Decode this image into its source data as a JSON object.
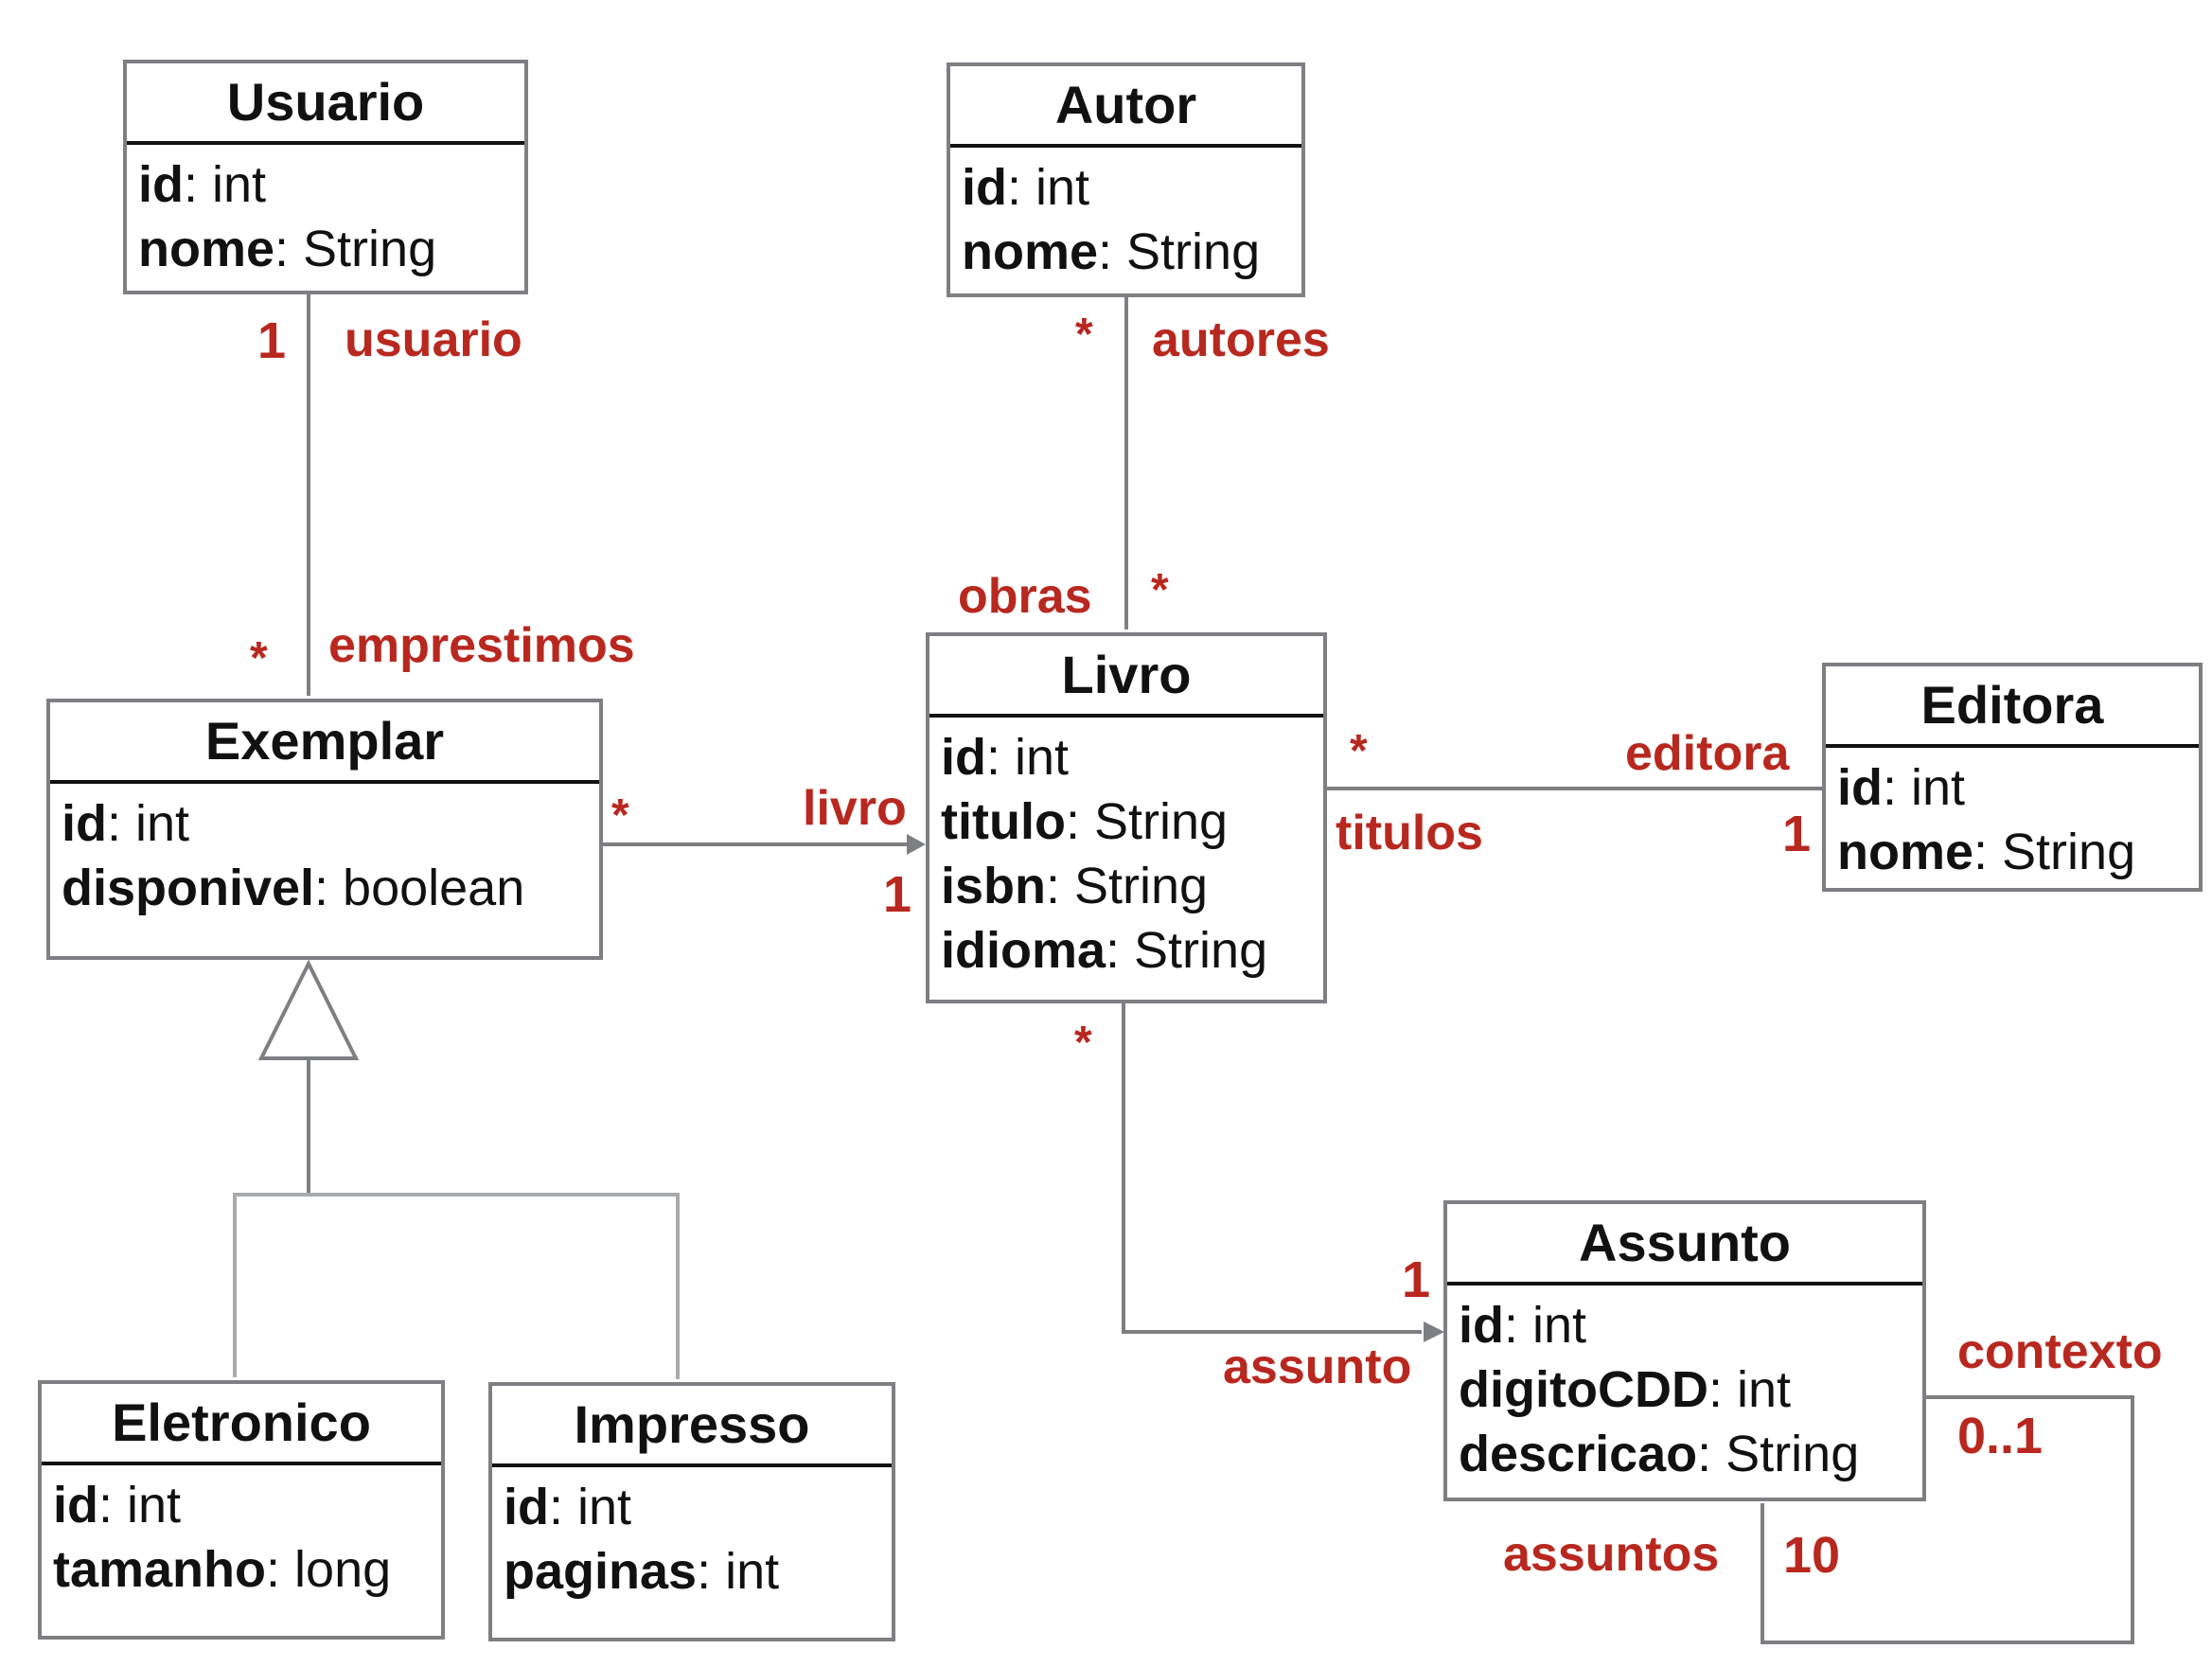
{
  "colors": {
    "class_border": "#7d7f83",
    "text": "#111111",
    "label": "#b8281f",
    "connector": "#7d7f83",
    "connector_light": "#a9abae"
  },
  "classes": {
    "usuario": {
      "name": "Usuario",
      "attrs": [
        {
          "n": "id",
          "t": ": int"
        },
        {
          "n": "nome",
          "t": ": String"
        }
      ]
    },
    "autor": {
      "name": "Autor",
      "attrs": [
        {
          "n": "id",
          "t": ": int"
        },
        {
          "n": "nome",
          "t": ": String"
        }
      ]
    },
    "exemplar": {
      "name": "Exemplar",
      "attrs": [
        {
          "n": "id",
          "t": ": int"
        },
        {
          "n": "disponivel",
          "t": ": boolean"
        }
      ]
    },
    "livro": {
      "name": "Livro",
      "attrs": [
        {
          "n": "id",
          "t": ": int"
        },
        {
          "n": "titulo",
          "t": ": String"
        },
        {
          "n": "isbn",
          "t": ": String"
        },
        {
          "n": "idioma",
          "t": ": String"
        }
      ]
    },
    "editora": {
      "name": "Editora",
      "attrs": [
        {
          "n": "id",
          "t": ": int"
        },
        {
          "n": "nome",
          "t": ": String"
        }
      ]
    },
    "eletronico": {
      "name": "Eletronico",
      "attrs": [
        {
          "n": "id",
          "t": ": int"
        },
        {
          "n": "tamanho",
          "t": ": long"
        }
      ]
    },
    "impresso": {
      "name": "Impresso",
      "attrs": [
        {
          "n": "id",
          "t": ": int"
        },
        {
          "n": "paginas",
          "t": ": int"
        }
      ]
    },
    "assunto": {
      "name": "Assunto",
      "attrs": [
        {
          "n": "id",
          "t": ": int"
        },
        {
          "n": "digitoCDD",
          "t": ": int"
        },
        {
          "n": "descricao",
          "t": ": String"
        }
      ]
    }
  },
  "associations": {
    "usuario_exemplar": {
      "role_a": "usuario",
      "mult_a": "1",
      "role_b": "emprestimos",
      "mult_b": "*"
    },
    "autor_livro": {
      "role_a": "autores",
      "mult_a": "*",
      "role_b": "obras",
      "mult_b": "*"
    },
    "exemplar_livro": {
      "role_a": "",
      "mult_a": "*",
      "role_b": "livro",
      "mult_b": "1",
      "navigable": "to_livro"
    },
    "livro_editora": {
      "role_a": "titulos",
      "mult_a": "*",
      "role_b": "editora",
      "mult_b": "1"
    },
    "livro_assunto": {
      "role_a": "",
      "mult_a": "*",
      "role_b": "assunto",
      "mult_b": "1",
      "navigable": "to_assunto"
    },
    "assunto_self": {
      "role_a": "contexto",
      "mult_a": "0..1",
      "role_b": "assuntos",
      "mult_b": "10"
    }
  },
  "generalization": {
    "parent": "Exemplar",
    "children": [
      "Eletronico",
      "Impresso"
    ]
  }
}
